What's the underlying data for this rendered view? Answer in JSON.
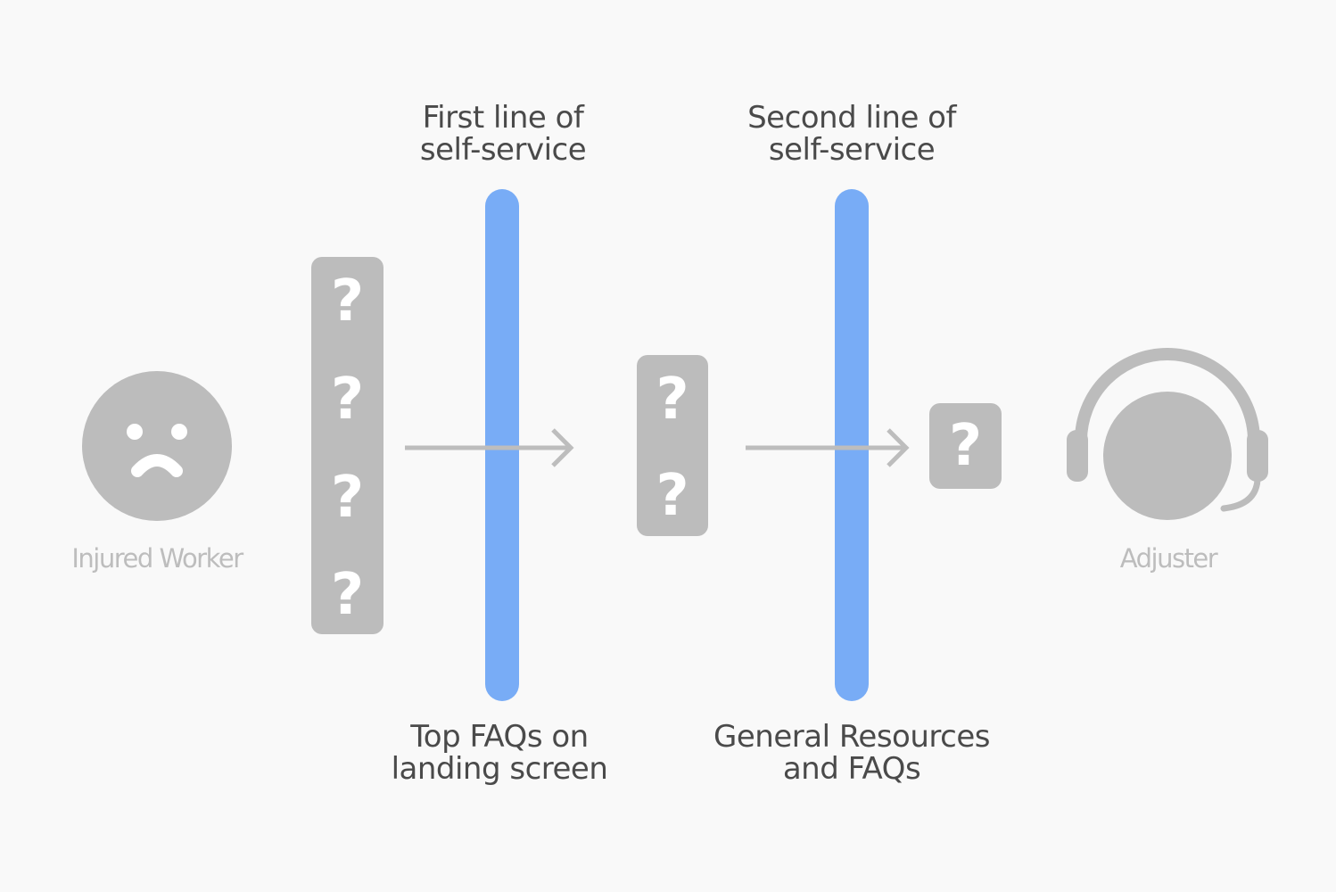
{
  "personas": {
    "worker": {
      "label": "Injured Worker",
      "icon": "sad-face-icon"
    },
    "adjuster": {
      "label": "Adjuster",
      "icon": "headset-agent-icon"
    }
  },
  "layers": [
    {
      "title_line1": "First line of",
      "title_line2": "self-service",
      "caption_line1": "Top FAQs on",
      "caption_line2": "landing screen"
    },
    {
      "title_line1": "Second line of",
      "title_line2": "self-service",
      "caption_line1": "General Resources",
      "caption_line2": "and FAQs"
    }
  ],
  "question_cards": {
    "glyph": "?",
    "before_first_layer_count": 4,
    "after_first_layer_count": 2,
    "after_second_layer_count": 1
  },
  "colors": {
    "background": "#f9f9f9",
    "layer_bar": "#78acf6",
    "neutral_shape": "#bcbcbc",
    "heading_text": "#4a4a4a",
    "persona_text": "#bdbdbd",
    "arrow": "#bdbdbd"
  }
}
